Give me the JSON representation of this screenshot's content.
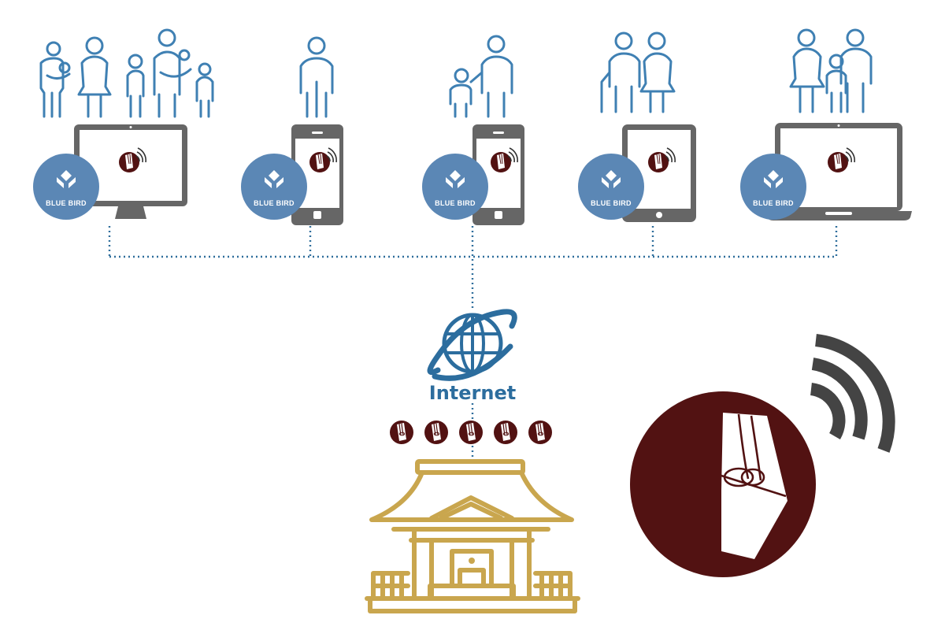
{
  "brand": {
    "label": "BLUE BIRD",
    "badge_color": "#5b87b5",
    "icon": "blue-bird-logo-icon"
  },
  "internet": {
    "label": "Internet",
    "icon": "globe-icon",
    "color": "#2c6d9e"
  },
  "nodes": [
    {
      "id": "family-desktop",
      "people": "family-group-icon",
      "device": "desktop-monitor-icon"
    },
    {
      "id": "single-phone",
      "people": "single-person-icon",
      "device": "smartphone-icon"
    },
    {
      "id": "parent-child-phone",
      "people": "parent-child-icon",
      "device": "smartphone-icon"
    },
    {
      "id": "elderly-couple-tablet",
      "people": "elderly-couple-icon",
      "device": "tablet-icon"
    },
    {
      "id": "family-laptop",
      "people": "family-of-three-icon",
      "device": "laptop-icon"
    }
  ],
  "amulet": {
    "icon": "omamori-amulet-icon",
    "color": "#521212",
    "signal_icon": "wireless-signal-icon",
    "count_at_shrine": 5
  },
  "shrine": {
    "icon": "shrine-icon",
    "color": "#c9a64e"
  },
  "colors": {
    "people_line": "#3f80b3",
    "device": "#666666",
    "connector": "#2f6e9c"
  }
}
